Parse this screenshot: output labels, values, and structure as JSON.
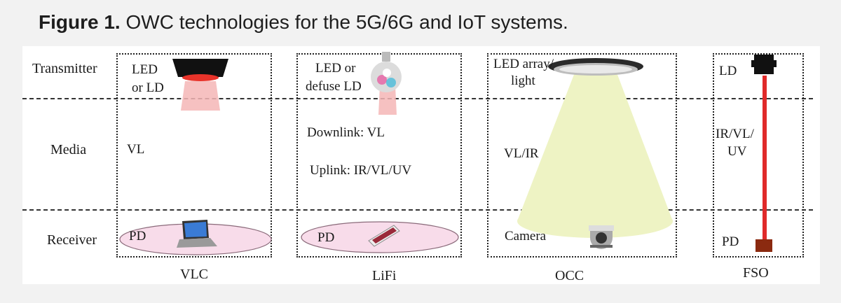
{
  "caption": {
    "prefix": "Figure 1.",
    "text": " OWC technologies for the 5G/6G and IoT systems."
  },
  "rows": {
    "transmitter": "Transmitter",
    "media": "Media",
    "receiver": "Receiver"
  },
  "columns": {
    "vlc": {
      "label": "VLC",
      "tx_line1": "LED",
      "tx_line2": "or LD",
      "media": "VL",
      "rx": "PD"
    },
    "lifi": {
      "label": "LiFi",
      "tx_line1": "LED or",
      "tx_line2": "defuse LD",
      "media_down": "Downlink: VL",
      "media_up": "Uplink: IR/VL/UV",
      "rx": "PD"
    },
    "occ": {
      "label": "OCC",
      "tx_line1": "LED array/",
      "tx_line2": "light",
      "media": "VL/IR",
      "rx": "Camera"
    },
    "fso": {
      "label": "FSO",
      "tx": "LD",
      "media_line1": "IR/VL/",
      "media_line2": "UV",
      "rx": "PD"
    }
  },
  "colors": {
    "beam_red": "#f4b6b6",
    "beam_green": "#eef3c4",
    "receiver_ellipse": "#f8dcea",
    "fso_beam": "#e02a2a"
  }
}
